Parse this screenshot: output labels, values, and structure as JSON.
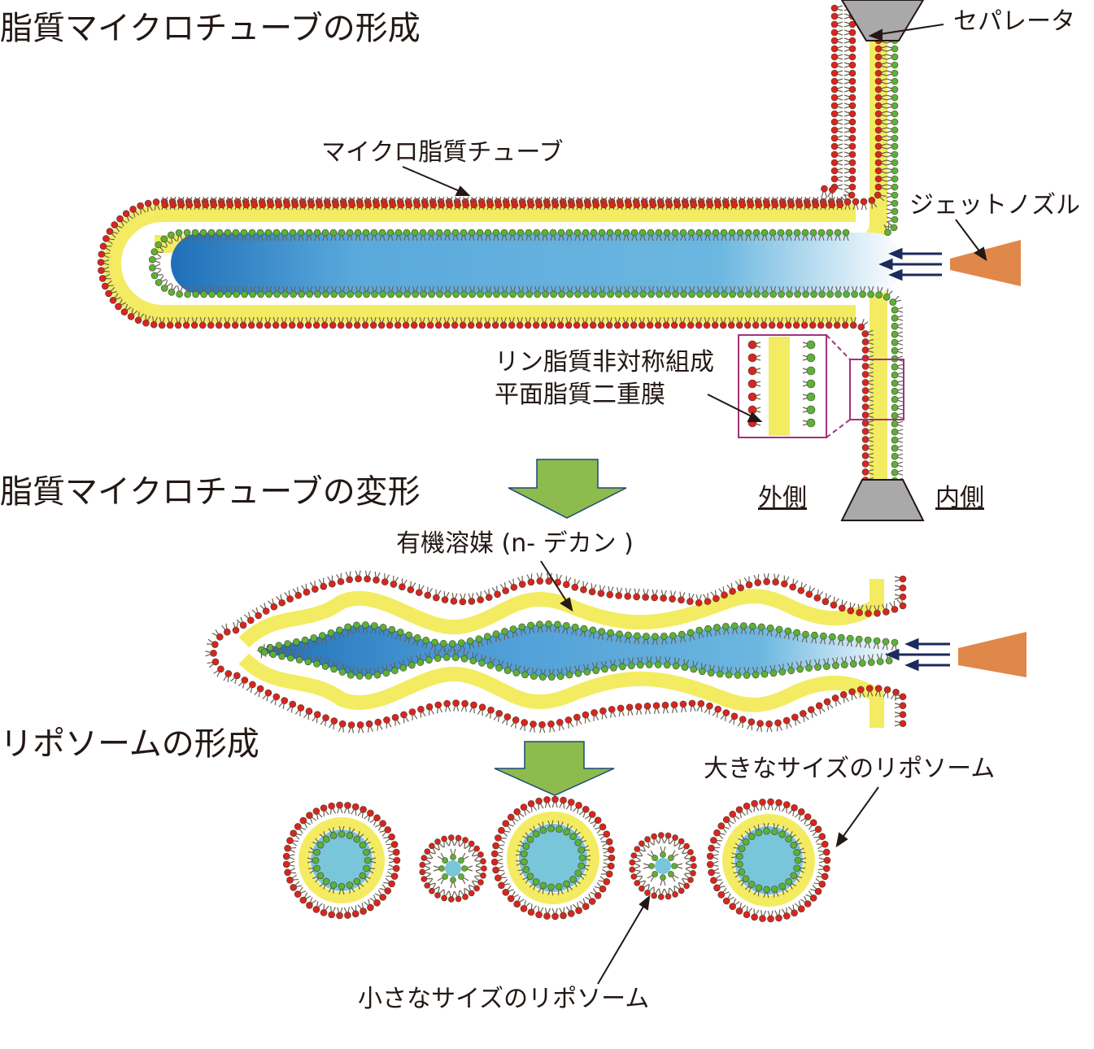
{
  "titles": {
    "formation": "脂質マイクロチューブの形成",
    "deformation": "脂質マイクロチューブの変形",
    "liposome": "リポソームの形成"
  },
  "labels": {
    "separator": "セパレータ",
    "micro_tube": "マイクロ脂質チューブ",
    "jet_nozzle": "ジェットノズル",
    "bilayer_line1": "リン脂質非対称組成",
    "bilayer_line2": "平面脂質二重膜",
    "outside": "外側",
    "inside": "内側",
    "solvent": "有機溶媒 (n- デカン )",
    "large_liposome": "大きなサイズのリポソーム",
    "small_liposome": "小さなサイズのリポソーム"
  },
  "colors": {
    "outer_head": "#d7261e",
    "inner_head": "#5bb236",
    "tail": "#6b6152",
    "membrane_core": "#f3ec62",
    "water_dark": "#1f6fb8",
    "water_light": "#6cb7e0",
    "liposome_fill": "#79c6db",
    "nozzle": "#e0874a",
    "separator": "#a9a9a9",
    "arrow_green": "#8dbb4d",
    "arrow_blue": "#1c2a5c",
    "inset_frame": "#a3317e"
  }
}
